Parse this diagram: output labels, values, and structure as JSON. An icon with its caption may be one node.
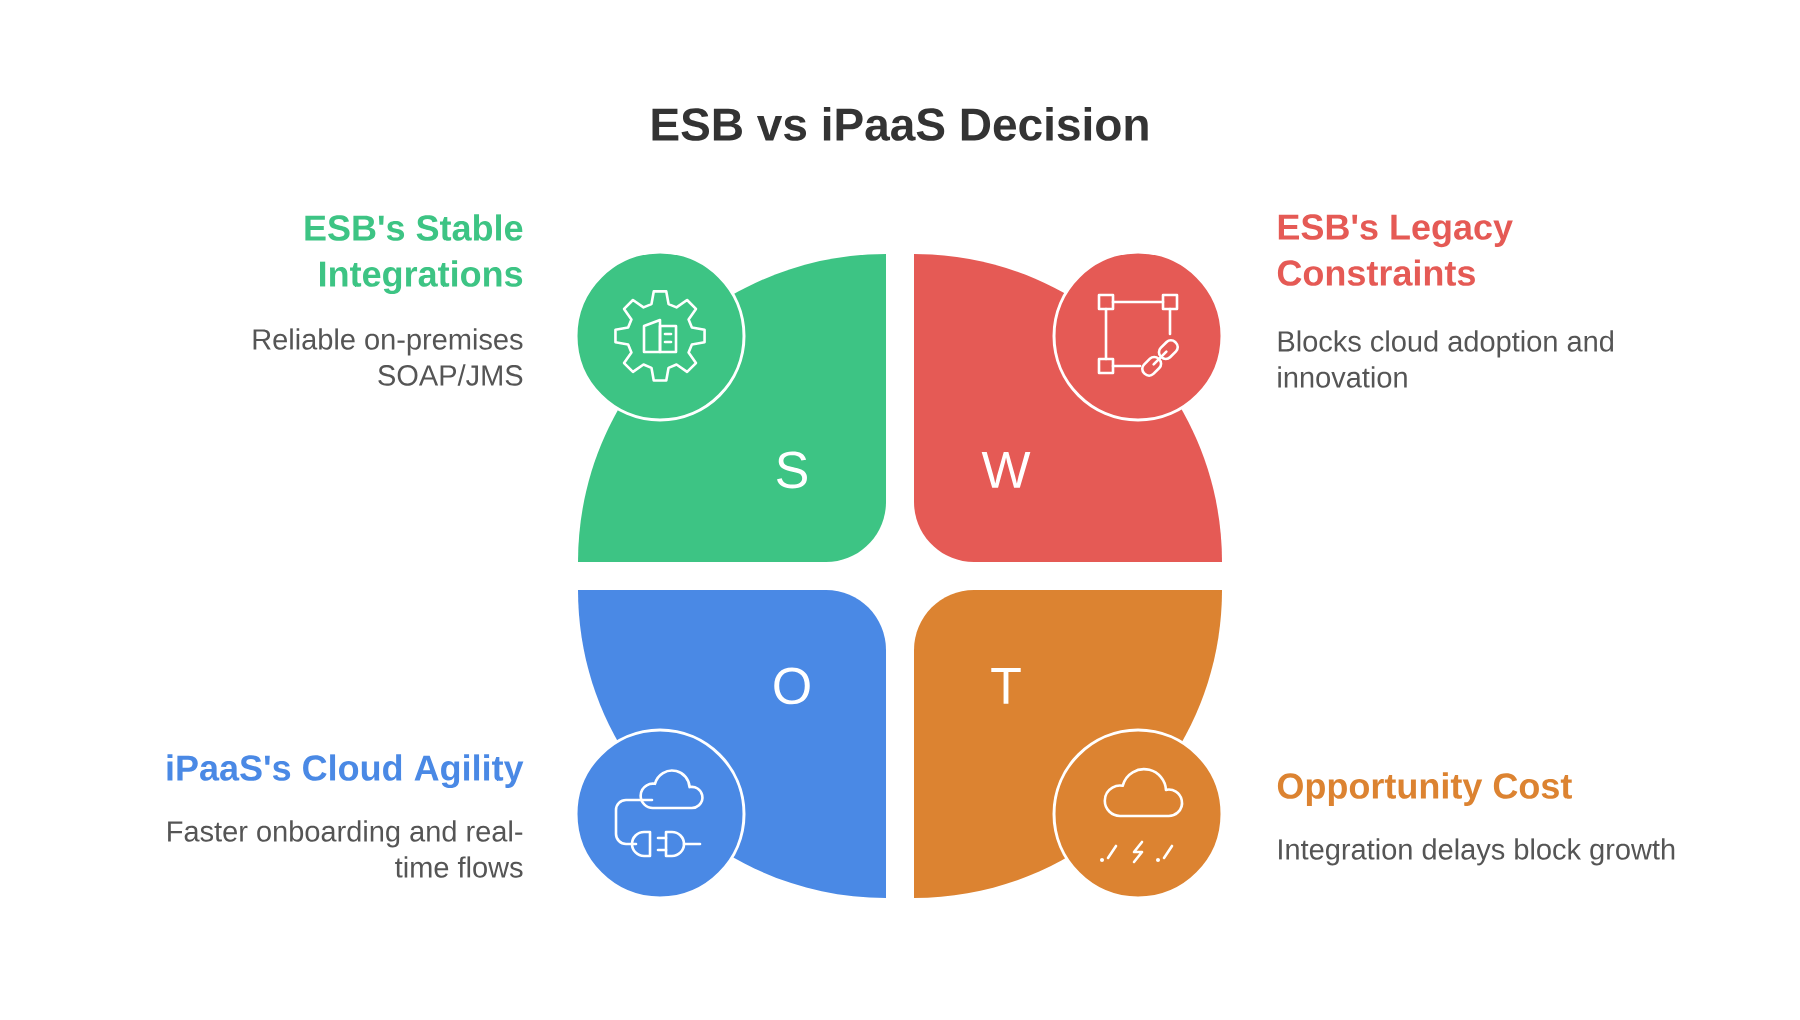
{
  "diagram": {
    "title": "ESB vs iPaaS Decision",
    "nodes": [
      {
        "text": [
          "S"
        ],
        "beside": [
          "ESB's Stable Integrations",
          "Reliable on-premises SOAP/JMS"
        ]
      },
      {
        "text": [
          "W"
        ],
        "beside": [
          "ESB's Legacy Constraints",
          "Blocks cloud adoption and innovation"
        ]
      },
      {
        "text": [
          "O"
        ],
        "beside": [
          "iPaaS's Cloud Agility",
          "Faster onboarding and real-time flows"
        ]
      },
      {
        "text": [
          "T"
        ],
        "beside": [
          "Opportunity Cost",
          "Integration delays block growth"
        ]
      }
    ]
  }
}
